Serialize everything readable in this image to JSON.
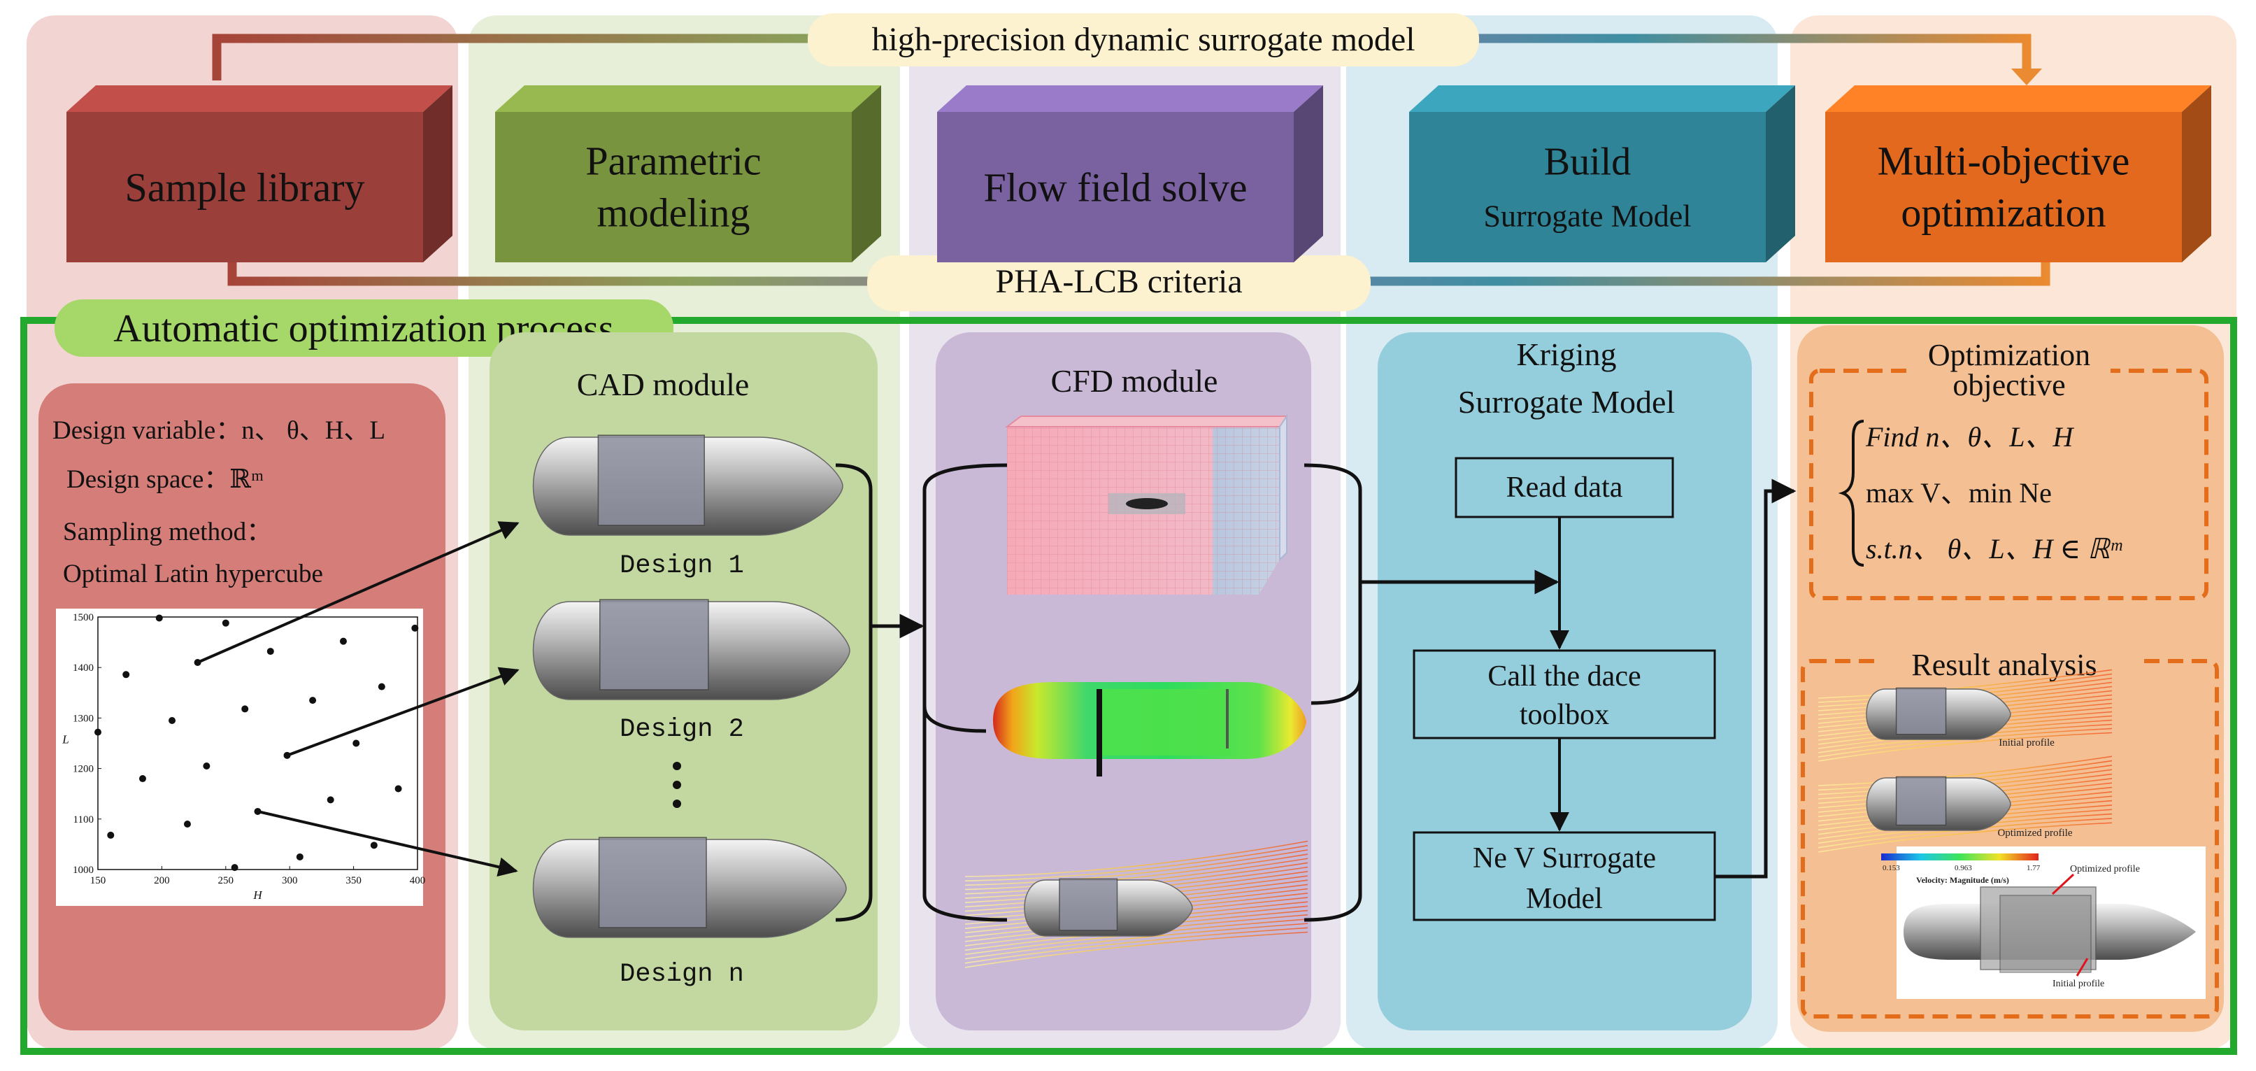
{
  "top_banner": "high-precision dynamic surrogate model",
  "bottom_banner": "PHA-LCB criteria",
  "process_title": "Automatic optimization process",
  "steps": [
    {
      "label_lines": [
        "Sample library"
      ],
      "color": "#9b3f3a"
    },
    {
      "label_lines": [
        "Parametric",
        "modeling"
      ],
      "color": "#79943f"
    },
    {
      "label_lines": [
        "Flow field solve"
      ],
      "color": "#7a62a1"
    },
    {
      "label_lines": [
        "Build",
        "Surrogate Model"
      ],
      "color": "#2f8597"
    },
    {
      "label_lines": [
        "Multi-objective",
        "optimization"
      ],
      "color": "#e2691e"
    }
  ],
  "sample_panel": {
    "design_variable": "Design variable：n、 θ、H、L",
    "design_space": "Design space：ℝᵐ",
    "sampling_method": "Sampling method：",
    "sampling_name": "Optimal Latin hypercube"
  },
  "scatter": {
    "type": "scatter",
    "xlabel": "H",
    "ylabel": "L",
    "xlim": [
      150,
      400
    ],
    "ylim": [
      1000,
      1500
    ],
    "xticks": [
      "150",
      "200",
      "250",
      "300",
      "350",
      "400"
    ],
    "yticks": [
      "1000",
      "1100",
      "1200",
      "1300",
      "1400",
      "1500"
    ],
    "points": [
      [
        150,
        1272
      ],
      [
        160,
        1068
      ],
      [
        172,
        1386
      ],
      [
        185,
        1180
      ],
      [
        198,
        1498
      ],
      [
        208,
        1295
      ],
      [
        220,
        1090
      ],
      [
        228,
        1410
      ],
      [
        235,
        1205
      ],
      [
        250,
        1488
      ],
      [
        257,
        1004
      ],
      [
        265,
        1318
      ],
      [
        275,
        1115
      ],
      [
        285,
        1432
      ],
      [
        298,
        1226
      ],
      [
        308,
        1025
      ],
      [
        318,
        1335
      ],
      [
        332,
        1138
      ],
      [
        342,
        1452
      ],
      [
        352,
        1250
      ],
      [
        366,
        1048
      ],
      [
        372,
        1362
      ],
      [
        385,
        1160
      ],
      [
        398,
        1478
      ]
    ]
  },
  "cad": {
    "title": "CAD module",
    "designs": [
      "Design 1",
      "Design 2",
      "Design n"
    ]
  },
  "cfd": {
    "title": "CFD module"
  },
  "kriging": {
    "title_lines": [
      "Kriging",
      "Surrogate Model"
    ],
    "box1": "Read data",
    "box2_lines": [
      "Call the dace",
      "toolbox"
    ],
    "box3_lines": [
      "Ne  V Surrogate",
      "Model"
    ]
  },
  "optimization": {
    "title_lines": [
      "Optimization",
      "objective"
    ],
    "find": "Find n、θ、L、H",
    "maxmin": "max V、min Ne",
    "st": "s.t.n、 θ、L、H ∈ ℝᵐ",
    "result_title": "Result analysis",
    "initial_profile": "Initial profile",
    "optimized_profile": "Optimized profile",
    "colorbar_label": "Velocity: Magnitude (m/s)",
    "colorbar_ticks": [
      "0.153",
      "0.963",
      "1.77"
    ],
    "callout_optimized": "Optimized profile",
    "callout_initial": "Initial profile"
  },
  "colors": {
    "green_frame": "#23a92e",
    "banner": "#fdf2cf",
    "bg_red": "#f2d5d3",
    "bg_green": "#e7efd9",
    "bg_purple": "#e9e3ee",
    "bg_blue": "#d8eaf2",
    "bg_orange": "#fbe6d7"
  }
}
